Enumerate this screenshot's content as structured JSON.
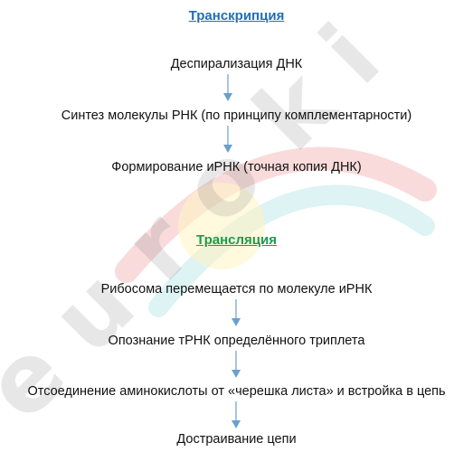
{
  "colors": {
    "transcription_heading": "#1f6fb5",
    "translation_heading": "#1e9b4a",
    "arrow": "#6aa0cf"
  },
  "watermark": {
    "letters": [
      "e",
      "u",
      "r",
      "o",
      "k",
      "i"
    ]
  },
  "transcription": {
    "title": "Транскрипция",
    "steps": [
      "Деспирализация ДНК",
      "Синтез молекулы РНК (по принципу комплементарности)",
      "Формирование иРНК (точная копия ДНК)"
    ]
  },
  "translation": {
    "title": "Трансляция",
    "steps": [
      "Рибосома перемещается по молекуле иРНК",
      "Опознание тРНК определённого триплета",
      "Отсоединение аминокислоты от «черешка листа» и встройка в цепь",
      "Достраивание цепи"
    ]
  }
}
